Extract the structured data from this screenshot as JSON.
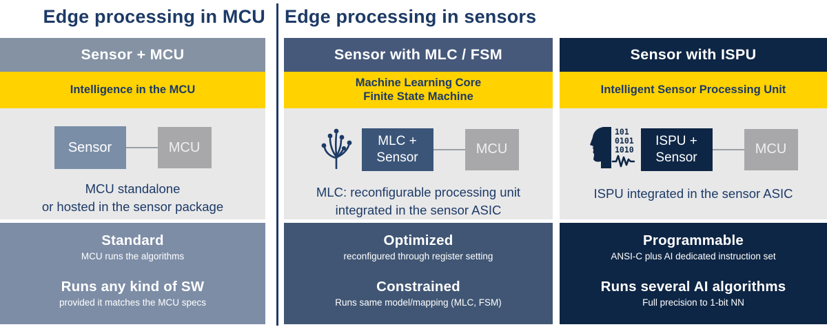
{
  "page_titles": {
    "left": "Edge processing in MCU",
    "right": "Edge processing in sensors"
  },
  "colors": {
    "brand_yellow": "#ffd200",
    "navy": "#0e2645",
    "slate_blue": "#46597b",
    "gray_blue": "#8492a4",
    "light_gray_panel": "#e8e8e9",
    "text_navy": "#1d3a66",
    "mcu_box_gray": "#a8a8aa"
  },
  "columns": [
    {
      "header": "Sensor + MCU",
      "subheader_lines": [
        "Intelligence in the MCU"
      ],
      "diagram": {
        "main_box_lines": [
          "Sensor"
        ],
        "connected_box": "MCU"
      },
      "description_lines": [
        "MCU standalone",
        "or hosted in the sensor package"
      ],
      "features": [
        {
          "title": "Standard",
          "subtitle": "MCU runs the algorithms"
        },
        {
          "title": "Runs any kind of SW",
          "subtitle": "provided it matches the MCU specs"
        }
      ]
    },
    {
      "header": "Sensor with MLC / FSM",
      "subheader_lines": [
        "Machine Learning Core",
        "Finite State Machine"
      ],
      "diagram": {
        "icon": "decision-tree-icon",
        "main_box_lines": [
          "MLC +",
          "Sensor"
        ],
        "connected_box": "MCU"
      },
      "description_lines": [
        "MLC: reconfigurable processing unit",
        "integrated in the sensor ASIC"
      ],
      "features": [
        {
          "title": "Optimized",
          "subtitle": "reconfigured through register setting"
        },
        {
          "title": "Constrained",
          "subtitle": "Runs same model/mapping (MLC, FSM)"
        }
      ]
    },
    {
      "header": "Sensor with ISPU",
      "subheader_lines": [
        "Intelligent Sensor Processing Unit"
      ],
      "diagram": {
        "icon": "head-binary-icon",
        "binary_lines": [
          "101",
          "0101",
          "1010"
        ],
        "main_box_lines": [
          "ISPU +",
          "Sensor"
        ],
        "connected_box": "MCU"
      },
      "description_lines": [
        "ISPU integrated in the sensor ASIC"
      ],
      "features": [
        {
          "title": "Programmable",
          "subtitle": "ANSI-C plus AI dedicated instruction set"
        },
        {
          "title": "Runs several AI algorithms",
          "subtitle": "Full precision to 1-bit NN"
        }
      ]
    }
  ]
}
